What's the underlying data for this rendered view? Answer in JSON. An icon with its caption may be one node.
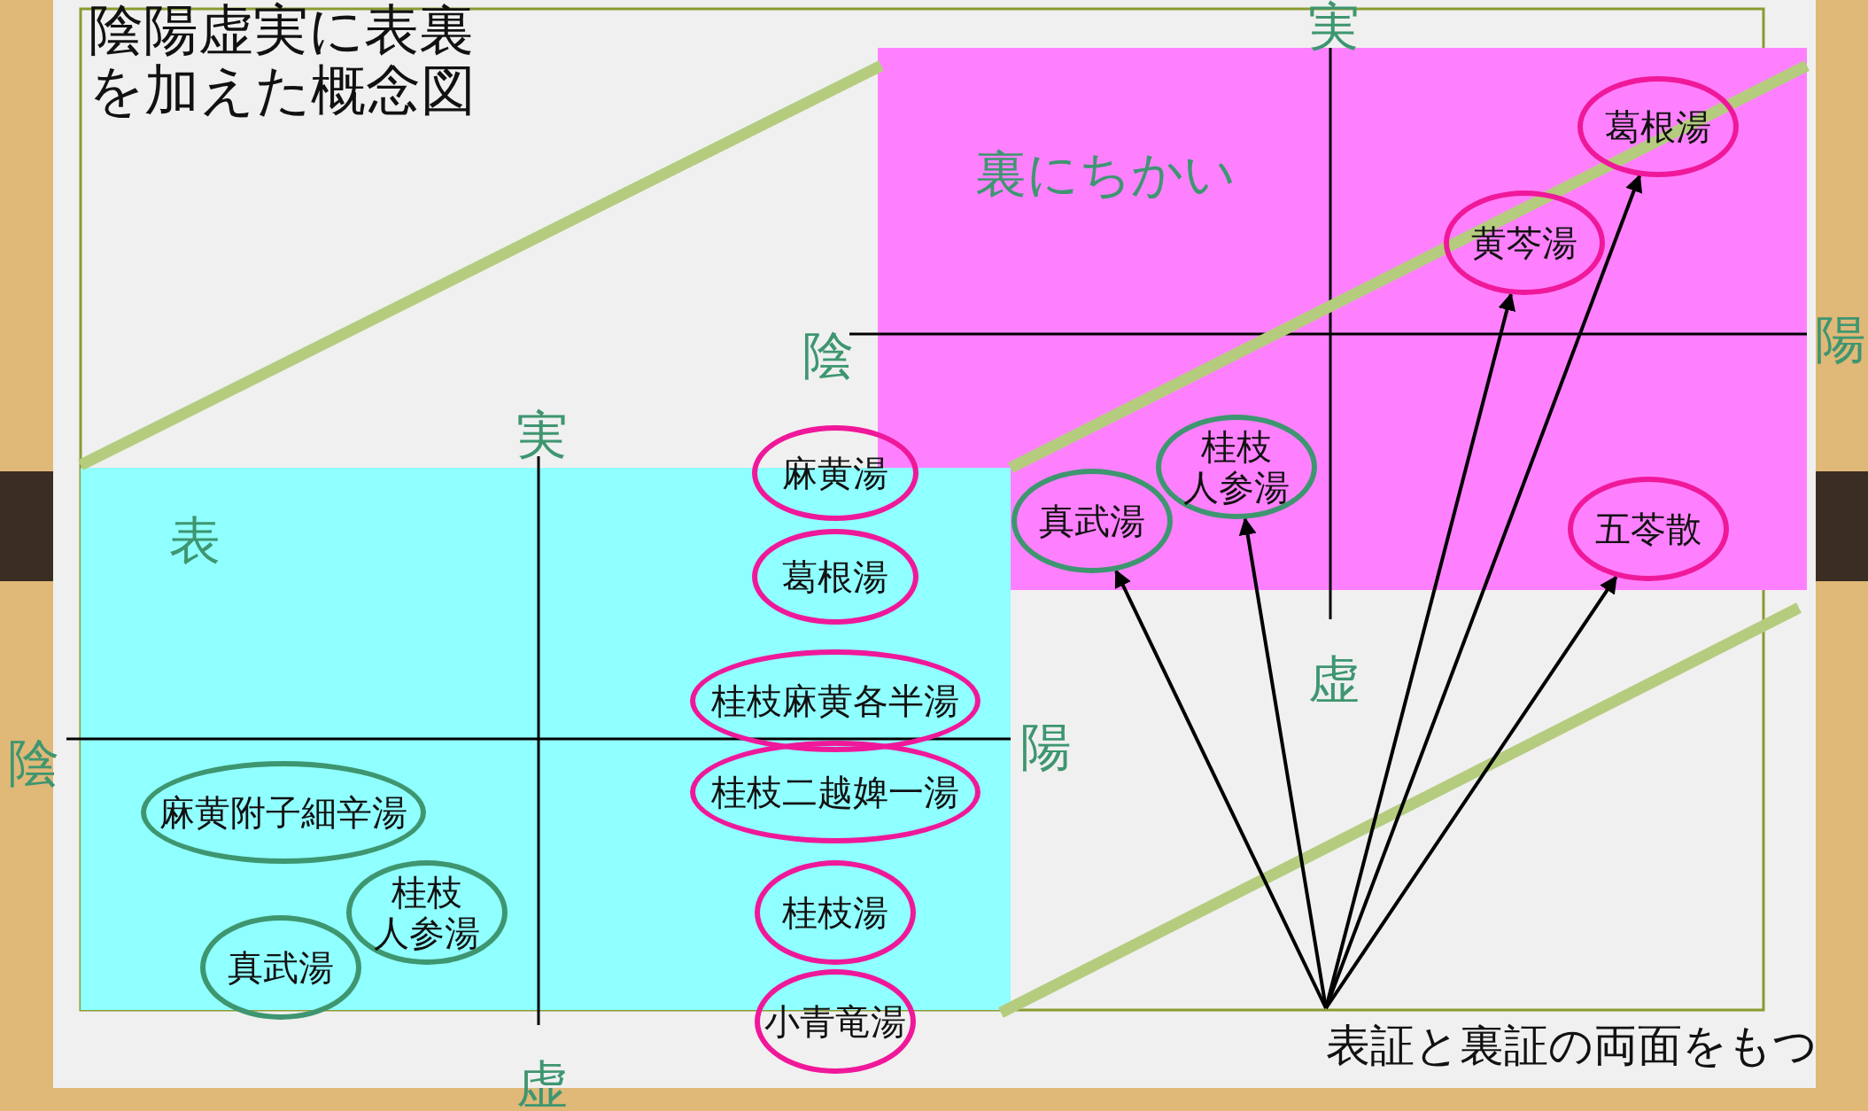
{
  "diagram": {
    "title": "陰陽虚実に表裏を加えた概念図",
    "nodes": [
      {
        "text": [
          "裏にちかい"
        ]
      },
      {
        "text": [
          "葛根湯"
        ],
        "in": 0
      },
      {
        "text": [
          "黄芩湯"
        ],
        "in": 0
      },
      {
        "text": [
          "桂枝人参湯"
        ],
        "in": 0
      },
      {
        "text": [
          "麻黄湯"
        ]
      },
      {
        "text": [
          "真武湯"
        ],
        "in": 0
      },
      {
        "text": [
          "五苓散"
        ],
        "in": 0
      },
      {
        "text": [
          "表"
        ]
      },
      {
        "text": [
          "葛根湯"
        ],
        "in": 7
      },
      {
        "text": [
          "桂枝麻黄各半湯"
        ],
        "in": 7
      },
      {
        "text": [
          "桂枝二越婢一湯"
        ],
        "in": 7
      },
      {
        "text": [
          "麻黄附子細辛湯"
        ],
        "in": 7
      },
      {
        "text": [
          "桂枝人参湯"
        ],
        "in": 7
      },
      {
        "text": [
          "桂枝湯"
        ],
        "in": 7
      },
      {
        "text": [
          "真武湯"
        ],
        "in": 7
      },
      {
        "text": [
          "小青竜湯"
        ]
      },
      {
        "text": [
          "表証と裏証の両面をもつ"
        ]
      }
    ],
    "edges": [
      {
        "from": 16,
        "to": 5,
        "arrow": "to"
      },
      {
        "from": 16,
        "to": 3,
        "arrow": "to"
      },
      {
        "from": 16,
        "to": 2,
        "arrow": "to"
      },
      {
        "from": 16,
        "to": 1,
        "arrow": "to"
      },
      {
        "from": 16,
        "to": 6,
        "arrow": "to"
      }
    ],
    "labels": [
      "実",
      "陽",
      "陰",
      "実",
      "虚",
      "陽",
      "陰",
      "虚"
    ]
  }
}
